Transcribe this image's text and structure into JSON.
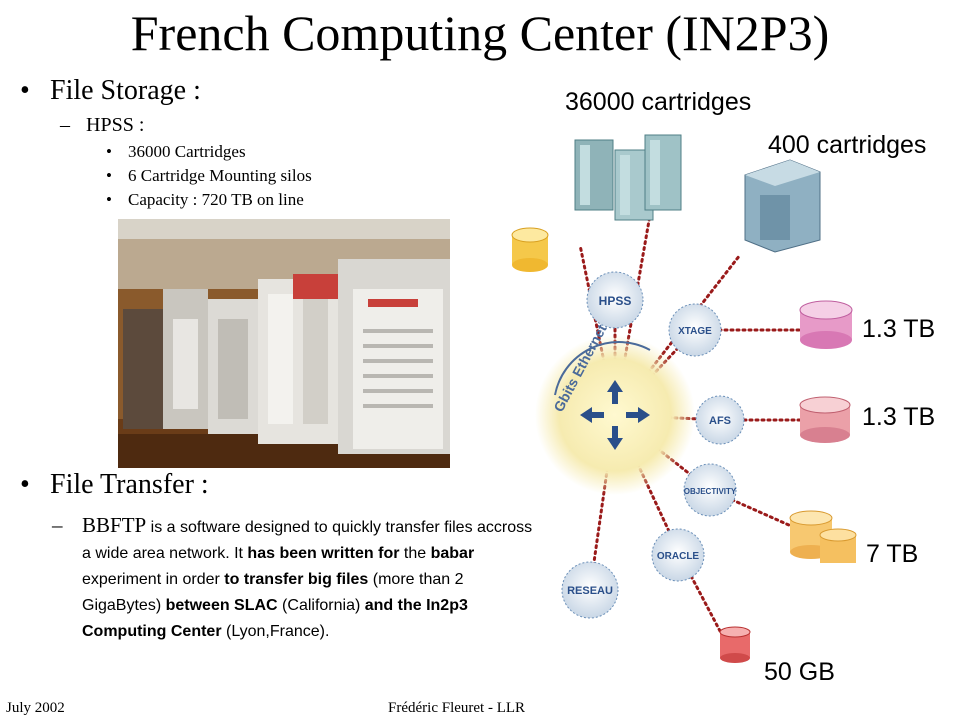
{
  "slide": {
    "title": "French Computing Center (IN2P3)",
    "storage": {
      "heading": "File Storage :",
      "sub": "HPSS :",
      "items": [
        "36000 Cartridges",
        "6 Cartridge Mounting silos",
        "Capacity : 720 TB on line"
      ]
    },
    "transfer": {
      "heading": "File Transfer :",
      "p1": "BBFTP",
      "p2": " is a software designed to quickly transfer files accross a wide area network. It ",
      "p3": "has been written for",
      "p4": " the ",
      "p5": "babar",
      "p6": " experiment in order ",
      "p7": "to transfer big files",
      "p8": " (more than 2 GigaBytes) ",
      "p9": "between SLAC",
      "p10": " (California) ",
      "p11": "and the In2p3 Computing Center",
      "p12": " (Lyon,France)."
    },
    "diagram": {
      "label_36000": "36000 cartridges",
      "label_400": "400 cartridges",
      "label_13a": "1.3 TB",
      "label_13b": "1.3 TB",
      "label_7": "7 TB",
      "label_50": "50 GB",
      "hub": "Gbits Ethernet",
      "nodes": [
        "HPSS",
        "XTAGE",
        "AFS",
        "OBJECTIVITY",
        "ORACLE",
        "RESEAU"
      ]
    },
    "footer": {
      "left": "July 2002",
      "center": "Frédéric Fleuret - LLR"
    }
  }
}
